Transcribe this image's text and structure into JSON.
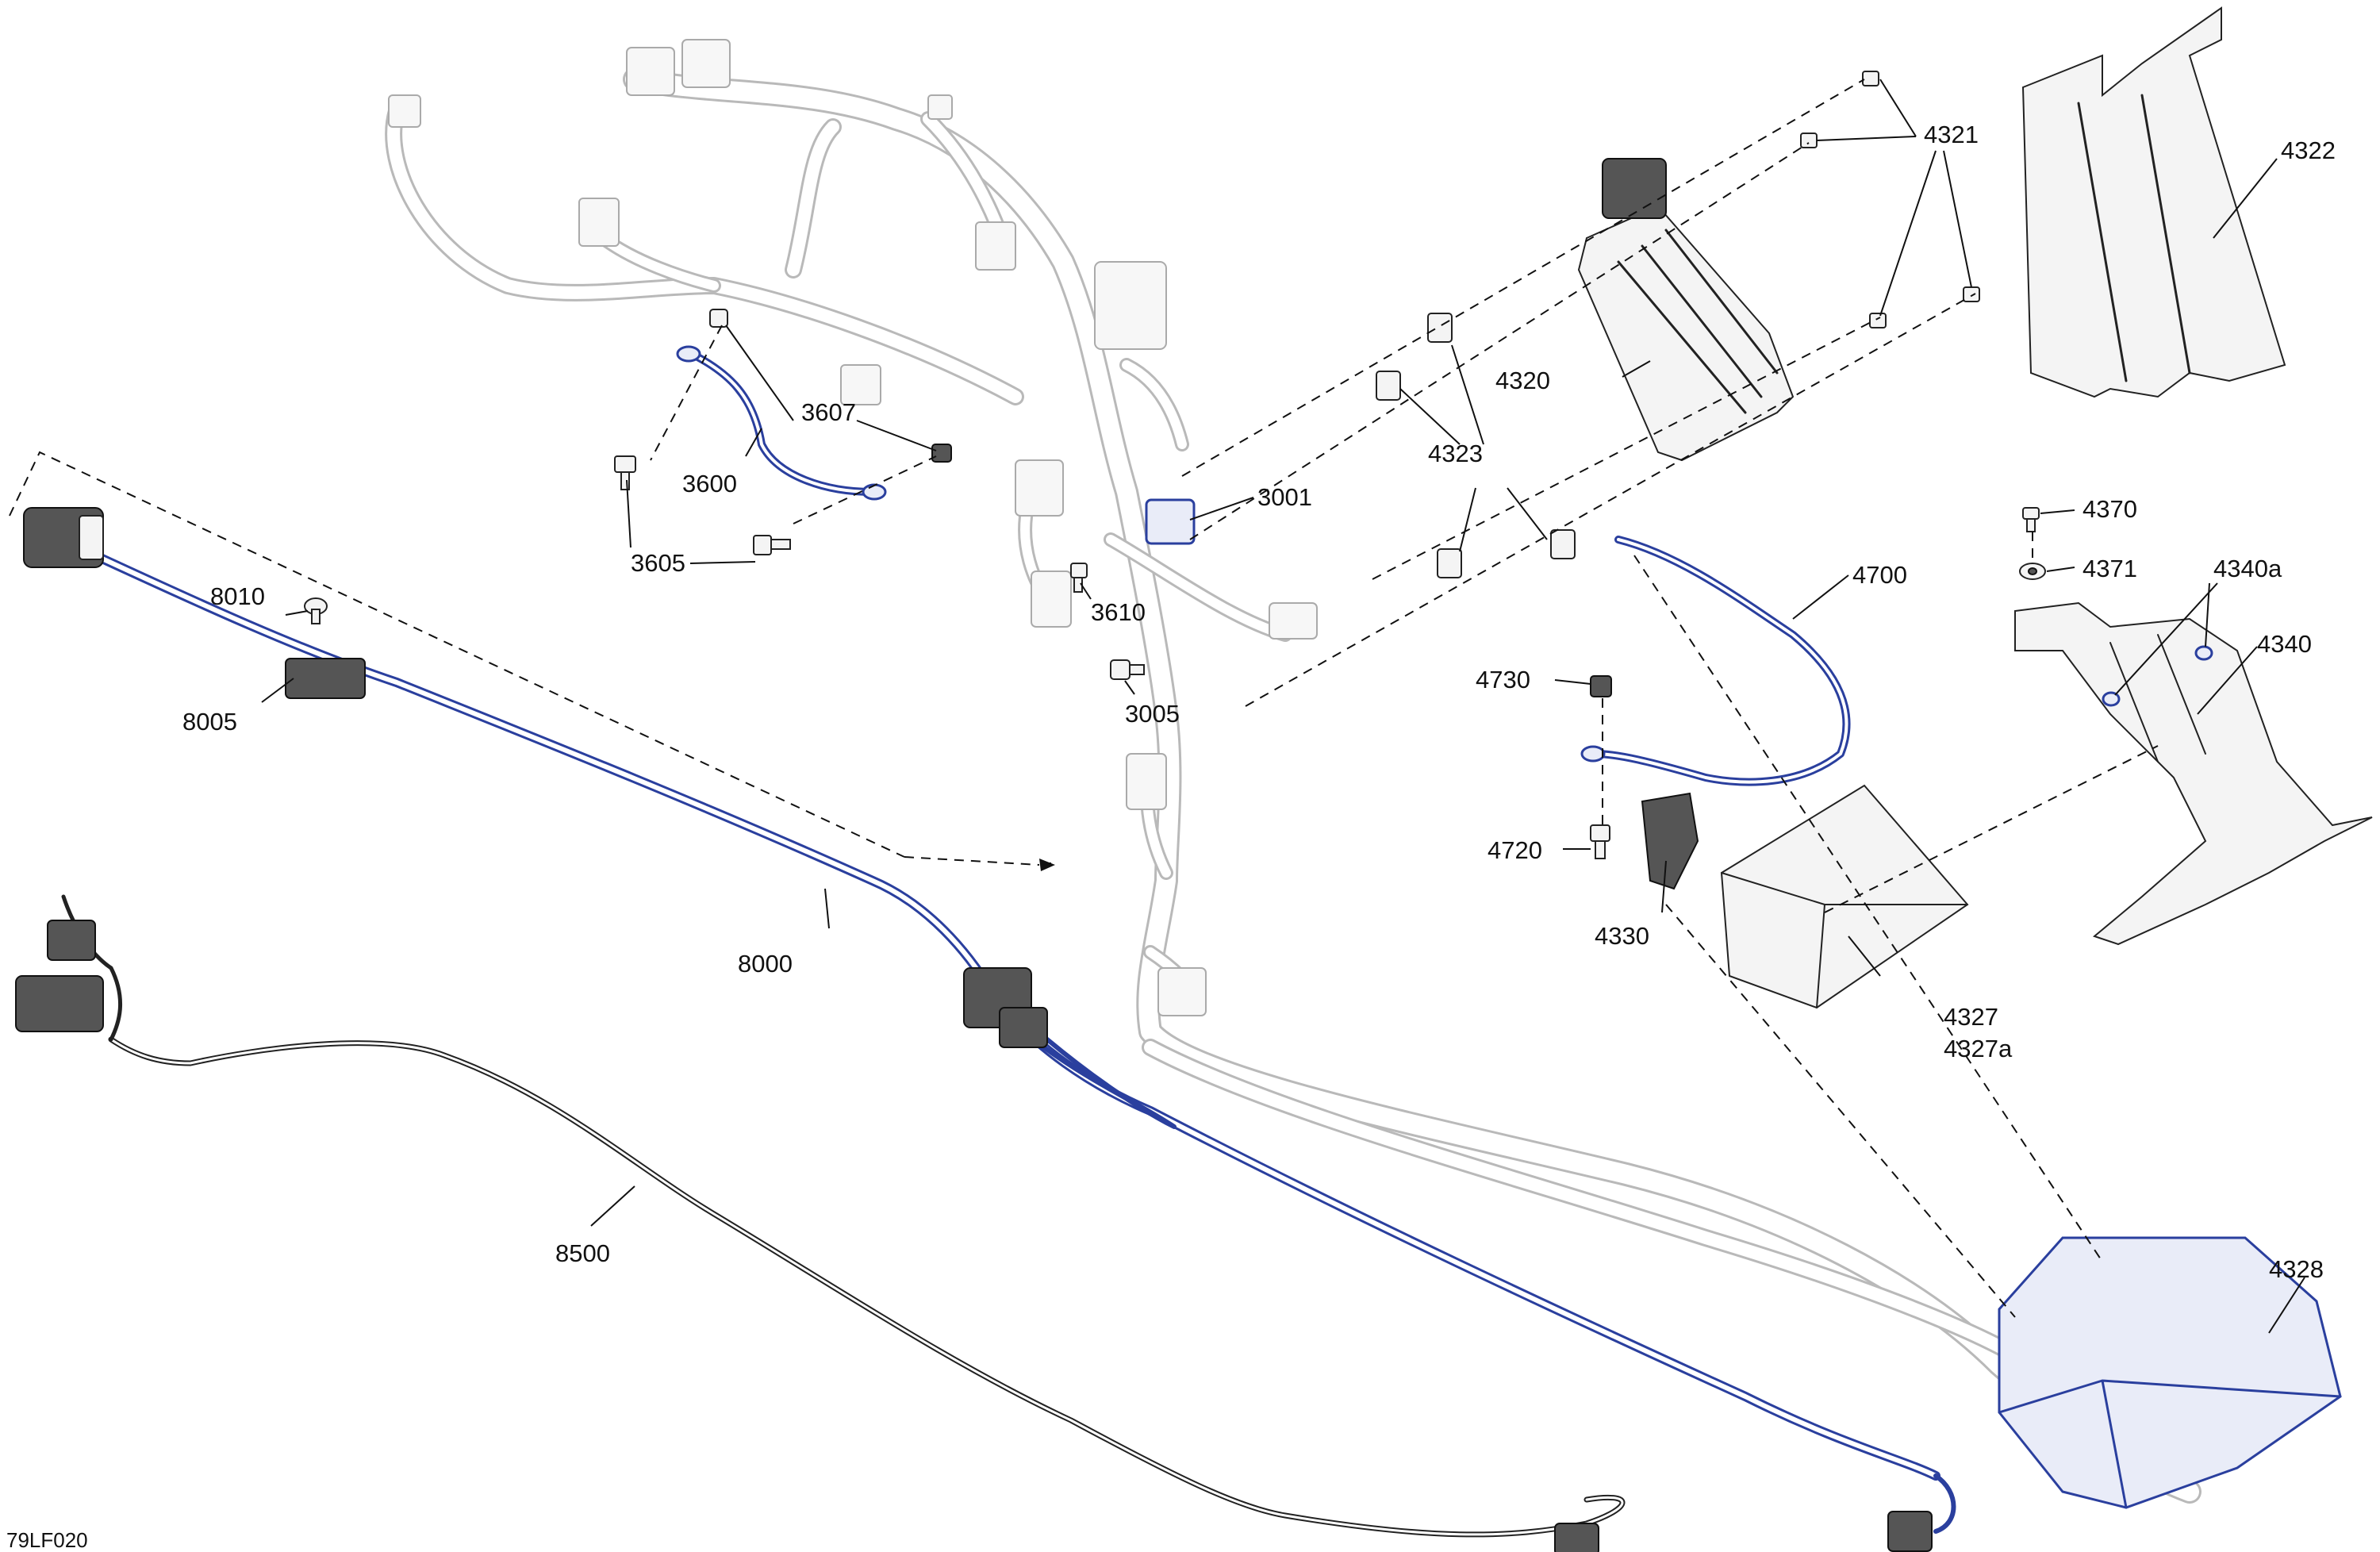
{
  "figure_code": "79LF020",
  "callouts": [
    {
      "id": "c3600",
      "text": "3600"
    },
    {
      "id": "c3605",
      "text": "3605"
    },
    {
      "id": "c3607",
      "text": "3607"
    },
    {
      "id": "c3610",
      "text": "3610"
    },
    {
      "id": "c3001",
      "text": "3001"
    },
    {
      "id": "c3005",
      "text": "3005"
    },
    {
      "id": "c4320",
      "text": "4320"
    },
    {
      "id": "c4321",
      "text": "4321"
    },
    {
      "id": "c4322",
      "text": "4322"
    },
    {
      "id": "c4323",
      "text": "4323"
    },
    {
      "id": "c4327",
      "text": "4327"
    },
    {
      "id": "c4327a",
      "text": "4327a"
    },
    {
      "id": "c4328",
      "text": "4328"
    },
    {
      "id": "c4330",
      "text": "4330"
    },
    {
      "id": "c4340",
      "text": "4340"
    },
    {
      "id": "c4340a",
      "text": "4340a"
    },
    {
      "id": "c4370",
      "text": "4370"
    },
    {
      "id": "c4371",
      "text": "4371"
    },
    {
      "id": "c4700",
      "text": "4700"
    },
    {
      "id": "c4720",
      "text": "4720"
    },
    {
      "id": "c4730",
      "text": "4730"
    },
    {
      "id": "c8000",
      "text": "8000"
    },
    {
      "id": "c8005",
      "text": "8005"
    },
    {
      "id": "c8010",
      "text": "8010"
    },
    {
      "id": "c8500",
      "text": "8500"
    }
  ],
  "colors": {
    "harness_gray": "#b9b9b9",
    "highlight_blue": "#2a3f9e",
    "line_black": "#111111"
  }
}
